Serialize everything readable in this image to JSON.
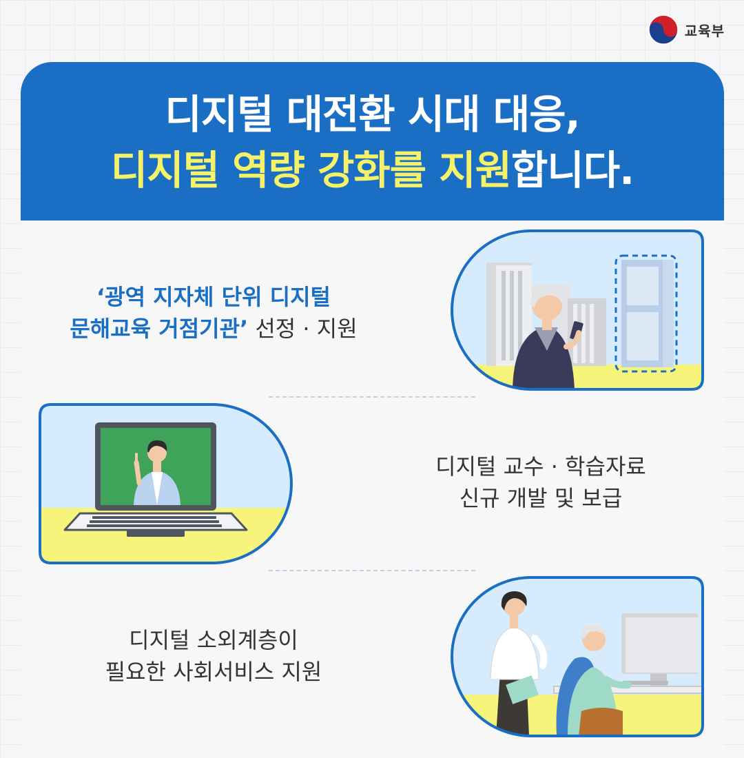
{
  "logo": {
    "name": "교육부"
  },
  "header": {
    "line1": "디지털 대전환 시대 대응,",
    "line2_highlight": "디지털 역량 강화를 지원",
    "line2_rest": "합니다."
  },
  "items": [
    {
      "highlight_line1": "‘광역 지자체 단위 디지털",
      "highlight_line2": "문해교육 거점기관’",
      "rest": " 선정 · 지원"
    },
    {
      "line1": "디지털 교수 · 학습자료",
      "line2": "신규 개발 및 보급"
    },
    {
      "line1": "디지털 소외계층이",
      "line2": "필요한 사회서비스 지원"
    }
  ],
  "colors": {
    "primary_blue": "#1a6ec3",
    "highlight_yellow": "#f5f26a",
    "illustration_sky": "#d6ebfb",
    "illustration_ground": "#f6f47a"
  }
}
